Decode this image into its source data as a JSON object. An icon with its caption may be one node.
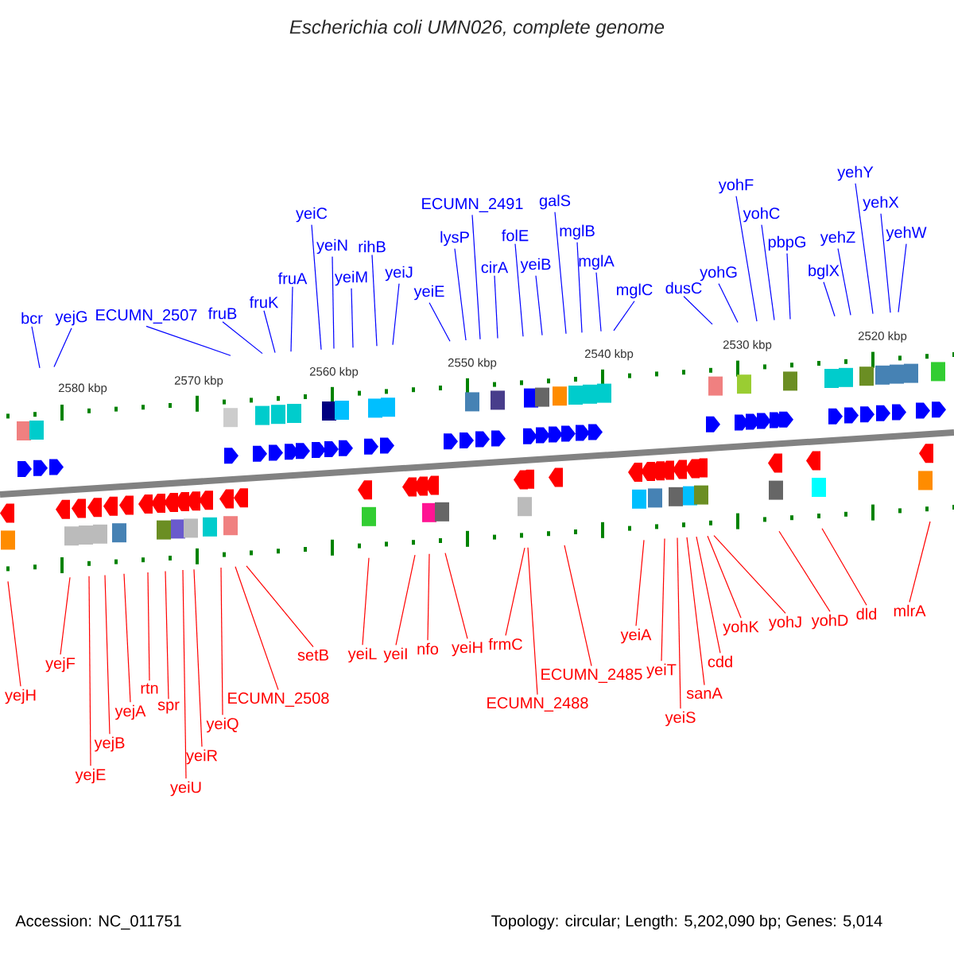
{
  "diagram": {
    "title": "Escherichia coli UMN026, complete genome",
    "nodes": [
      {
        "text": [
          "bcr"
        ]
      },
      {
        "text": [
          "yejG"
        ]
      },
      {
        "text": [
          "ECUMN_2507"
        ]
      },
      {
        "text": [
          "fruB"
        ]
      },
      {
        "text": [
          "fruK"
        ]
      },
      {
        "text": [
          "fruA"
        ]
      },
      {
        "text": [
          "yeiC"
        ]
      },
      {
        "text": [
          "yeiN"
        ]
      },
      {
        "text": [
          "yeiM"
        ]
      },
      {
        "text": [
          "rihB"
        ]
      },
      {
        "text": [
          "yeiJ"
        ]
      },
      {
        "text": [
          "yeiE"
        ]
      },
      {
        "text": [
          "ECUMN_2491"
        ]
      },
      {
        "text": [
          "lysP"
        ]
      },
      {
        "text": [
          "cirA"
        ]
      },
      {
        "text": [
          "folE"
        ]
      },
      {
        "text": [
          "yeiB"
        ]
      },
      {
        "text": [
          "galS"
        ]
      },
      {
        "text": [
          "mglB"
        ]
      },
      {
        "text": [
          "mglA"
        ]
      },
      {
        "text": [
          "mglC"
        ]
      },
      {
        "text": [
          "dusC"
        ]
      },
      {
        "text": [
          "yohG"
        ]
      },
      {
        "text": [
          "yohF"
        ]
      },
      {
        "text": [
          "yohC"
        ]
      },
      {
        "text": [
          "pbpG"
        ]
      },
      {
        "text": [
          "bglX"
        ]
      },
      {
        "text": [
          "yehZ"
        ]
      },
      {
        "text": [
          "yehY"
        ]
      },
      {
        "text": [
          "yehX"
        ]
      },
      {
        "text": [
          "yehW"
        ]
      },
      {
        "text": [
          "yejH"
        ]
      },
      {
        "text": [
          "yejF"
        ]
      },
      {
        "text": [
          "yejE"
        ]
      },
      {
        "text": [
          "yejB"
        ]
      },
      {
        "text": [
          "yejA"
        ]
      },
      {
        "text": [
          "rtn"
        ]
      },
      {
        "text": [
          "spr"
        ]
      },
      {
        "text": [
          "yeiU"
        ]
      },
      {
        "text": [
          "yeiR"
        ]
      },
      {
        "text": [
          "yeiQ"
        ]
      },
      {
        "text": [
          "ECUMN_2508"
        ]
      },
      {
        "text": [
          "setB"
        ]
      },
      {
        "text": [
          "yeiL"
        ]
      },
      {
        "text": [
          "yeiI"
        ]
      },
      {
        "text": [
          "nfo"
        ]
      },
      {
        "text": [
          "yeiH"
        ]
      },
      {
        "text": [
          "frmC"
        ]
      },
      {
        "text": [
          "ECUMN_2485"
        ]
      },
      {
        "text": [
          "ECUMN_2488"
        ]
      },
      {
        "text": [
          "yeiA"
        ]
      },
      {
        "text": [
          "yeiT"
        ]
      },
      {
        "text": [
          "cdd"
        ]
      },
      {
        "text": [
          "sanA"
        ]
      },
      {
        "text": [
          "yeiS"
        ]
      },
      {
        "text": [
          "yohK"
        ]
      },
      {
        "text": [
          "yohJ"
        ]
      },
      {
        "text": [
          "yohD"
        ]
      },
      {
        "text": [
          "dld"
        ]
      },
      {
        "text": [
          "mlrA"
        ]
      }
    ],
    "edges": [
      {
        "from": 0,
        "to": null,
        "arrow": "none",
        "color": "#0000ff"
      },
      {
        "from": 1,
        "to": null,
        "arrow": "none",
        "color": "#0000ff"
      },
      {
        "from": 2,
        "to": null,
        "arrow": "none",
        "color": "#0000ff"
      },
      {
        "from": 3,
        "to": null,
        "arrow": "none",
        "color": "#0000ff"
      },
      {
        "from": 4,
        "to": null,
        "arrow": "none",
        "color": "#0000ff"
      },
      {
        "from": 5,
        "to": null,
        "arrow": "none",
        "color": "#0000ff"
      },
      {
        "from": 6,
        "to": null,
        "arrow": "none",
        "color": "#0000ff"
      },
      {
        "from": 7,
        "to": null,
        "arrow": "none",
        "color": "#0000ff"
      },
      {
        "from": 8,
        "to": null,
        "arrow": "none",
        "color": "#0000ff"
      },
      {
        "from": 9,
        "to": null,
        "arrow": "none",
        "color": "#0000ff"
      },
      {
        "from": 10,
        "to": null,
        "arrow": "none",
        "color": "#0000ff"
      },
      {
        "from": 11,
        "to": null,
        "arrow": "none",
        "color": "#0000ff"
      },
      {
        "from": 12,
        "to": null,
        "arrow": "none",
        "color": "#0000ff"
      },
      {
        "from": 13,
        "to": null,
        "arrow": "none",
        "color": "#0000ff"
      },
      {
        "from": 14,
        "to": null,
        "arrow": "none",
        "color": "#0000ff"
      },
      {
        "from": 15,
        "to": null,
        "arrow": "none",
        "color": "#0000ff"
      },
      {
        "from": 16,
        "to": null,
        "arrow": "none",
        "color": "#0000ff"
      },
      {
        "from": 17,
        "to": null,
        "arrow": "none",
        "color": "#0000ff"
      },
      {
        "from": 18,
        "to": null,
        "arrow": "none",
        "color": "#0000ff"
      },
      {
        "from": 19,
        "to": null,
        "arrow": "none",
        "color": "#0000ff"
      },
      {
        "from": 20,
        "to": null,
        "arrow": "none",
        "color": "#0000ff"
      },
      {
        "from": 21,
        "to": null,
        "arrow": "none",
        "color": "#0000ff"
      },
      {
        "from": 22,
        "to": null,
        "arrow": "none",
        "color": "#0000ff"
      },
      {
        "from": 23,
        "to": null,
        "arrow": "none",
        "color": "#0000ff"
      },
      {
        "from": 24,
        "to": null,
        "arrow": "none",
        "color": "#0000ff"
      },
      {
        "from": 25,
        "to": null,
        "arrow": "none",
        "color": "#0000ff"
      },
      {
        "from": 26,
        "to": null,
        "arrow": "none",
        "color": "#0000ff"
      },
      {
        "from": 27,
        "to": null,
        "arrow": "none",
        "color": "#0000ff"
      },
      {
        "from": 28,
        "to": null,
        "arrow": "none",
        "color": "#0000ff"
      },
      {
        "from": 29,
        "to": null,
        "arrow": "none",
        "color": "#0000ff"
      },
      {
        "from": 30,
        "to": null,
        "arrow": "none",
        "color": "#0000ff"
      },
      {
        "from": 31,
        "to": null,
        "arrow": "none",
        "color": "#ff0000"
      },
      {
        "from": 32,
        "to": null,
        "arrow": "none",
        "color": "#ff0000"
      },
      {
        "from": 33,
        "to": null,
        "arrow": "none",
        "color": "#ff0000"
      },
      {
        "from": 34,
        "to": null,
        "arrow": "none",
        "color": "#ff0000"
      },
      {
        "from": 35,
        "to": null,
        "arrow": "none",
        "color": "#ff0000"
      },
      {
        "from": 36,
        "to": null,
        "arrow": "none",
        "color": "#ff0000"
      },
      {
        "from": 37,
        "to": null,
        "arrow": "none",
        "color": "#ff0000"
      },
      {
        "from": 38,
        "to": null,
        "arrow": "none",
        "color": "#ff0000"
      },
      {
        "from": 39,
        "to": null,
        "arrow": "none",
        "color": "#ff0000"
      },
      {
        "from": 40,
        "to": null,
        "arrow": "none",
        "color": "#ff0000"
      },
      {
        "from": 41,
        "to": null,
        "arrow": "none",
        "color": "#ff0000"
      },
      {
        "from": 42,
        "to": null,
        "arrow": "none",
        "color": "#ff0000"
      },
      {
        "from": 43,
        "to": null,
        "arrow": "none",
        "color": "#ff0000"
      },
      {
        "from": 44,
        "to": null,
        "arrow": "none",
        "color": "#ff0000"
      },
      {
        "from": 45,
        "to": null,
        "arrow": "none",
        "color": "#ff0000"
      },
      {
        "from": 46,
        "to": null,
        "arrow": "none",
        "color": "#ff0000"
      },
      {
        "from": 47,
        "to": null,
        "arrow": "none",
        "color": "#ff0000"
      },
      {
        "from": 48,
        "to": null,
        "arrow": "none",
        "color": "#ff0000"
      },
      {
        "from": 49,
        "to": null,
        "arrow": "none",
        "color": "#ff0000"
      },
      {
        "from": 50,
        "to": null,
        "arrow": "none",
        "color": "#ff0000"
      },
      {
        "from": 51,
        "to": null,
        "arrow": "none",
        "color": "#ff0000"
      },
      {
        "from": 52,
        "to": null,
        "arrow": "none",
        "color": "#ff0000"
      },
      {
        "from": 53,
        "to": null,
        "arrow": "none",
        "color": "#ff0000"
      },
      {
        "from": 54,
        "to": null,
        "arrow": "none",
        "color": "#ff0000"
      },
      {
        "from": 55,
        "to": null,
        "arrow": "none",
        "color": "#ff0000"
      },
      {
        "from": 56,
        "to": null,
        "arrow": "none",
        "color": "#ff0000"
      },
      {
        "from": 57,
        "to": null,
        "arrow": "none",
        "color": "#ff0000"
      },
      {
        "from": 58,
        "to": null,
        "arrow": "none",
        "color": "#ff0000"
      },
      {
        "from": 59,
        "to": null,
        "arrow": "none",
        "color": "#ff0000"
      }
    ],
    "labels": [
      "2580 kbp",
      "2570 kbp",
      "2560 kbp",
      "2550 kbp",
      "2540 kbp",
      "2530 kbp",
      "2520 kbp",
      "Accession: NC_011751",
      "Topology: circular; Length: 5,202,090 bp; Genes: 5,014"
    ]
  }
}
